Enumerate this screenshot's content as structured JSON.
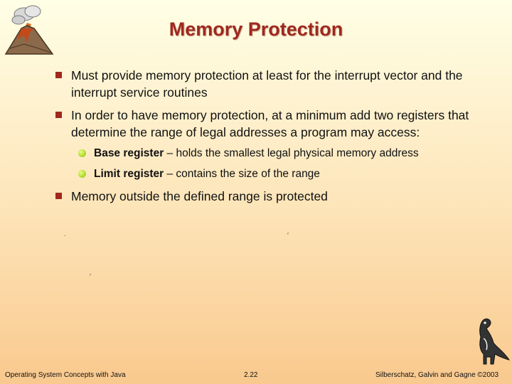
{
  "title": "Memory Protection",
  "bullets": [
    {
      "text": "Must provide memory protection at least for the interrupt vector and the interrupt service routines"
    },
    {
      "text": "In order to have memory protection, at a minimum add two registers that determine the range of legal addresses a program may access:",
      "sub": [
        {
          "term": "Base register",
          "rest": " – holds the smallest legal physical memory address"
        },
        {
          "term": "Limit register",
          "rest": " – contains the size of the range"
        }
      ]
    },
    {
      "text": "Memory outside the defined range is protected"
    }
  ],
  "footer": {
    "left": "Operating System Concepts with Java",
    "page": "2.22",
    "right": "Silberschatz, Galvin and Gagne ©2003"
  },
  "colors": {
    "title": "#a0281e",
    "bullet": "#a0281e",
    "sub_bullet": "#8fbf00"
  },
  "icons": [
    "volcano-logo-icon",
    "dinosaur-icon"
  ]
}
